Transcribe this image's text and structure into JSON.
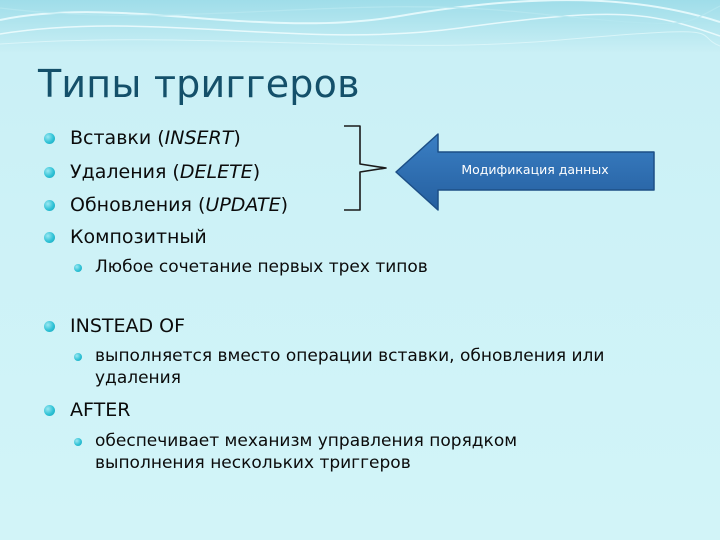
{
  "slide": {
    "title": "Типы триггеров",
    "types": [
      {
        "label": "Вставки (",
        "keyword": "INSERT",
        "suffix": ")"
      },
      {
        "label": "Удаления (",
        "keyword": "DELETE",
        "suffix": ")"
      },
      {
        "label": "Обновления (",
        "keyword": "UPDATE",
        "suffix": ")"
      },
      {
        "label": "Композитный"
      }
    ],
    "composite_note": "Любое сочетание первых трех типов",
    "callout": "Модификация данных",
    "instead_of": {
      "label": "INSTEAD OF",
      "note": "выполняется вместо операции вставки, обновления или удаления"
    },
    "after": {
      "label": "AFTER",
      "note": "обеспечивает механизм управления порядком выполнения нескольких триггеров"
    }
  },
  "colors": {
    "background": "#cdf2f7",
    "title": "#14506a",
    "bullet": "#2fc2d6",
    "arrow": "#2a6bb0",
    "arrow_border": "#1d4f86"
  }
}
